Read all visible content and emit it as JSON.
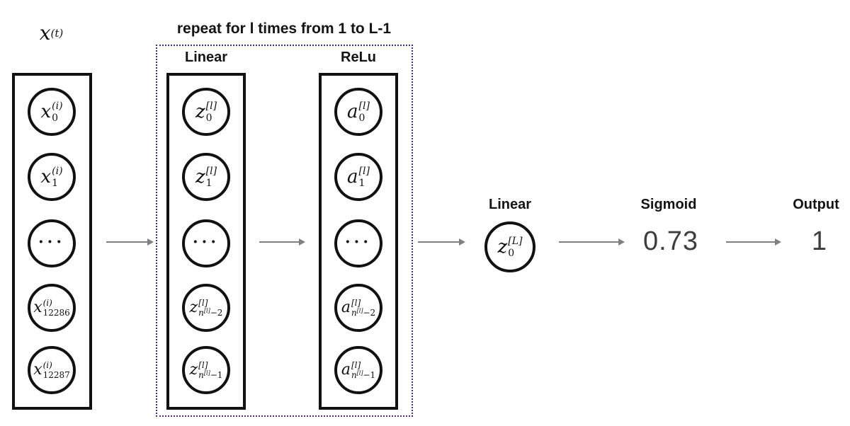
{
  "input_header": {
    "main": "x",
    "sup": "(t)"
  },
  "repeat_box": {
    "title": "repeat for l times from 1 to L-1",
    "linear_label": "Linear",
    "relu_label": "ReLu",
    "border_color": "#53277e"
  },
  "input_column": {
    "nodes": [
      {
        "main": "x",
        "sup": "(i)",
        "sub": "0"
      },
      {
        "main": "x",
        "sup": "(i)",
        "sub": "1"
      },
      {
        "dots": "···"
      },
      {
        "main": "x",
        "sup": "(i)",
        "sub": "12286"
      },
      {
        "main": "x",
        "sup": "(i)",
        "sub": "12287"
      }
    ]
  },
  "linear_column": {
    "nodes": [
      {
        "main": "z",
        "sup": "[l]",
        "sub": "0"
      },
      {
        "main": "z",
        "sup": "[l]",
        "sub": "1"
      },
      {
        "dots": "···"
      },
      {
        "main": "z",
        "sup": "[l]",
        "sub_main": "n",
        "sub_sup": "[l]",
        "sub_post": "−2"
      },
      {
        "main": "z",
        "sup": "[l]",
        "sub_main": "n",
        "sub_sup": "[l]",
        "sub_post": "−1"
      }
    ]
  },
  "relu_column": {
    "nodes": [
      {
        "main": "a",
        "sup": "[l]",
        "sub": "0"
      },
      {
        "main": "a",
        "sup": "[l]",
        "sub": "1"
      },
      {
        "dots": "···"
      },
      {
        "main": "a",
        "sup": "[l]",
        "sub_main": "n",
        "sub_sup": "[l]",
        "sub_post": "−2"
      },
      {
        "main": "a",
        "sup": "[l]",
        "sub_main": "n",
        "sub_sup": "[l]",
        "sub_post": "−1"
      }
    ]
  },
  "output_stage": {
    "linear_label": "Linear",
    "node": {
      "main": "z",
      "sup": "[L]",
      "sub": "0"
    },
    "sigmoid_label": "Sigmoid",
    "sigmoid_value": "0.73",
    "output_label": "Output",
    "output_value": "1"
  },
  "colors": {
    "node_border": "#111111",
    "box_border": "#53277e",
    "arrow": "#808080",
    "value_text": "#3d3d3d"
  }
}
